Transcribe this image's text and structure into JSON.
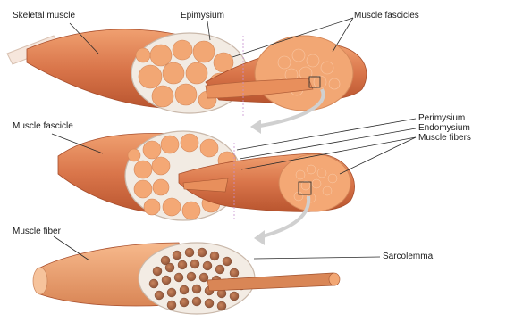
{
  "labels": {
    "skeletal_muscle": "Skeletal muscle",
    "epimysium": "Epimysium",
    "muscle_fascicles": "Muscle fascicles",
    "muscle_fascicle": "Muscle fascicle",
    "perimysium": "Perimysium",
    "endomysium": "Endomysium",
    "muscle_fibers": "Muscle fibers",
    "muscle_fiber": "Muscle fiber",
    "sarcolemma": "Sarcolemma"
  },
  "colors": {
    "muscle_outer": "#d9754a",
    "muscle_light": "#f2a77a",
    "fiber_fill": "#f4a875",
    "connective_tissue": "#f3ece4",
    "leader_line": "#2a2a2a",
    "zoom_arrow": "#cfcfcf"
  }
}
